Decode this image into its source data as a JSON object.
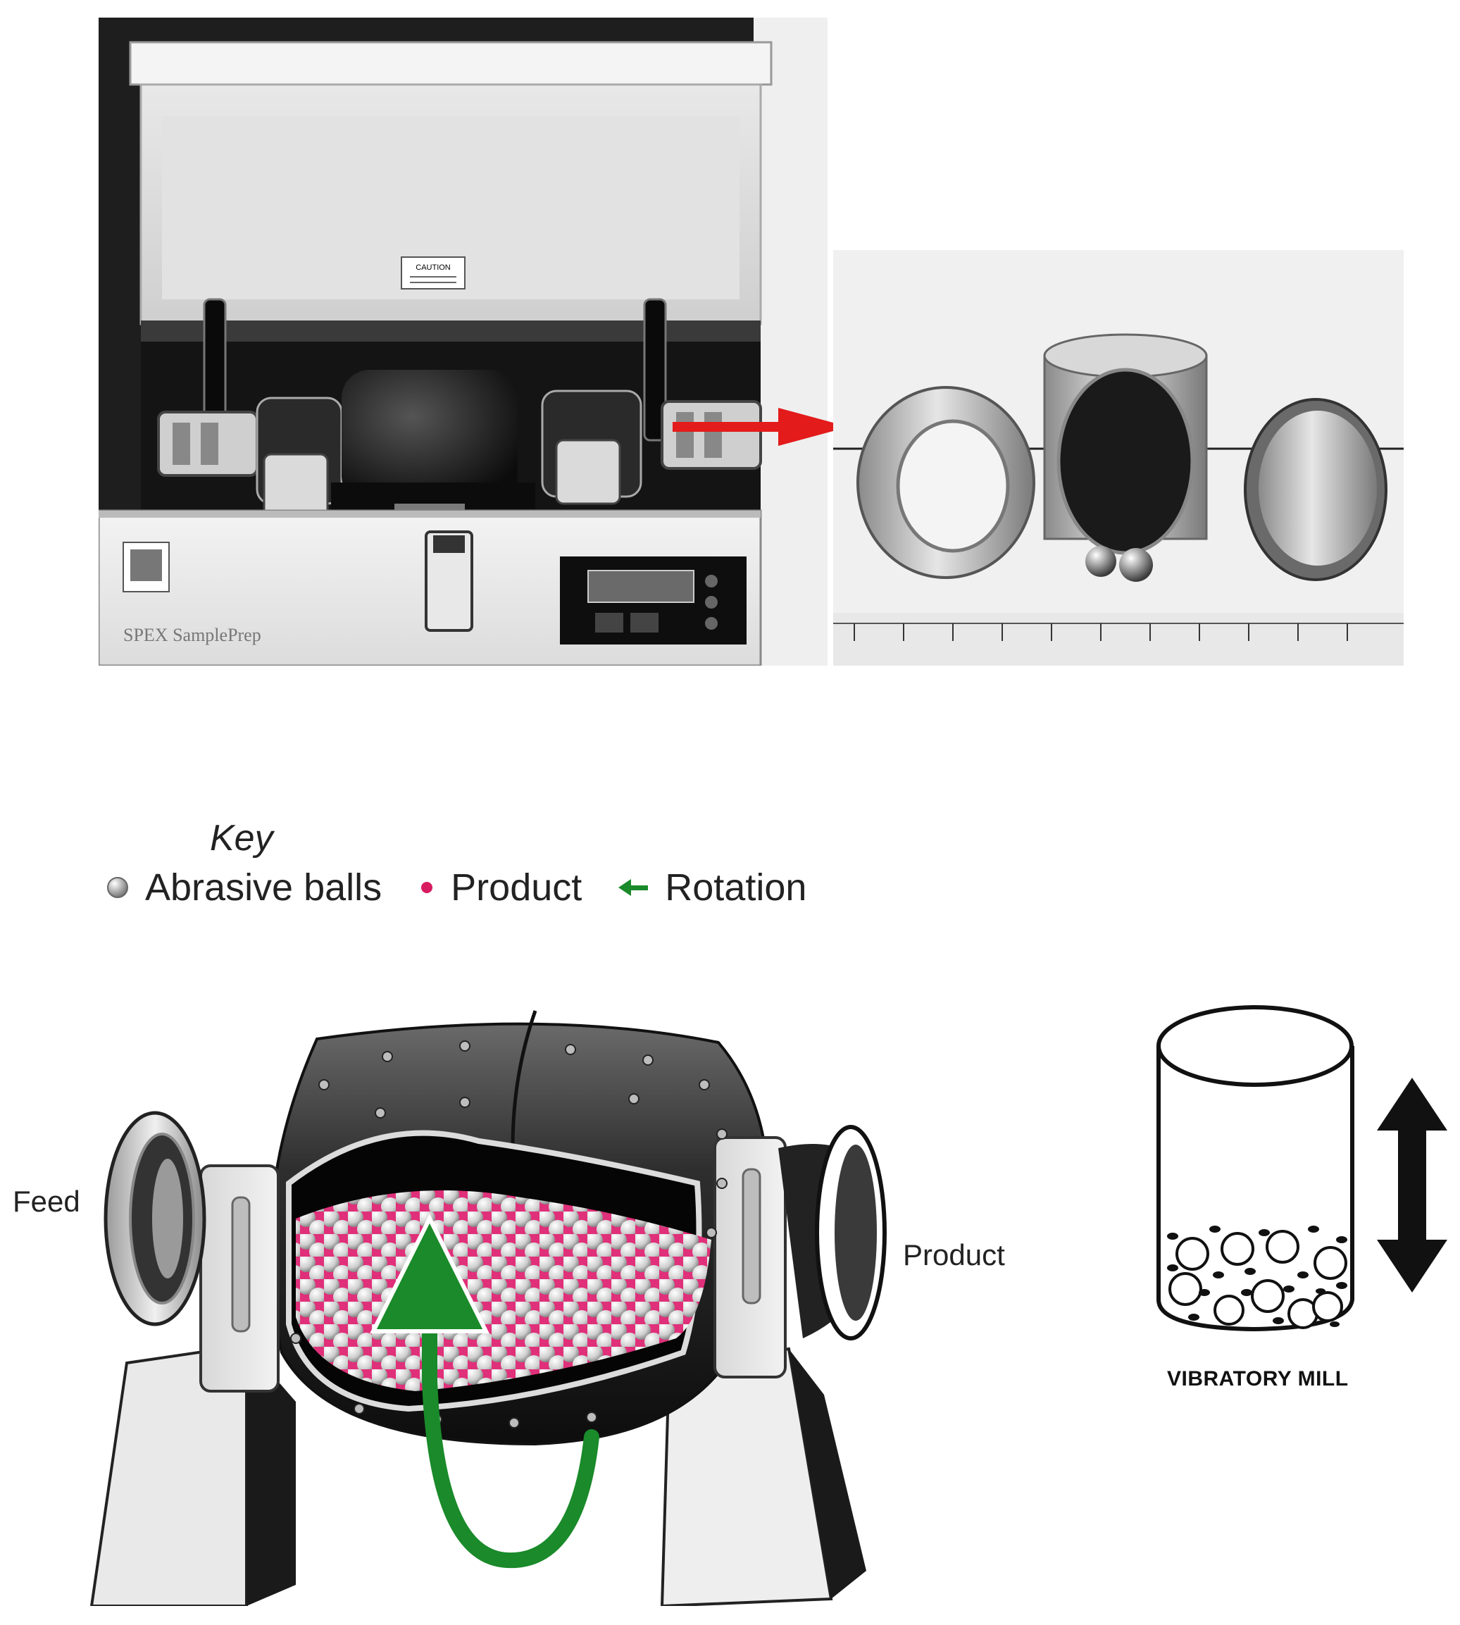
{
  "photo_left": {
    "caution_label": "CAUTION",
    "brand": "SPEX SamplePrep"
  },
  "key": {
    "title": "Key",
    "items": [
      {
        "label": "Abrasive balls",
        "icon": "grey-ball-icon",
        "color": "#9a9a9a"
      },
      {
        "label": "Product",
        "icon": "magenta-dot-icon",
        "color": "#d81b60"
      },
      {
        "label": "Rotation",
        "icon": "green-arrow-icon",
        "color": "#1a8a2a"
      }
    ]
  },
  "ball_mill": {
    "feed_label": "Feed",
    "product_label": "Product",
    "colors": {
      "body": "#2a2a2a",
      "product": "#e0307a",
      "balls": "#d9d9d9",
      "arrow": "#1a8a2a"
    }
  },
  "vibratory_mill": {
    "label": "VIBRATORY MILL"
  }
}
